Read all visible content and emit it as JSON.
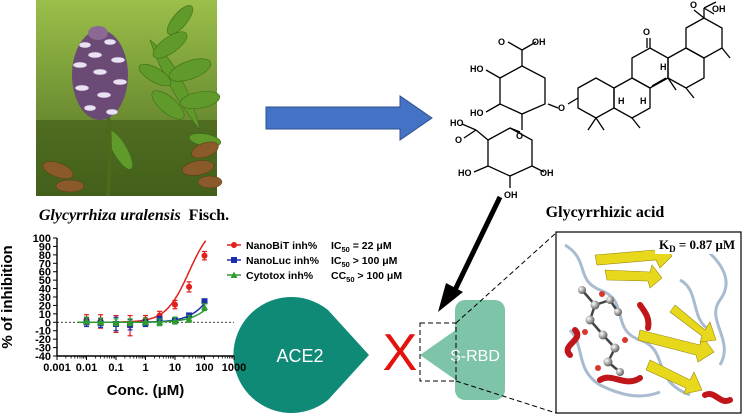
{
  "plant": {
    "caption_species": "Glycyrrhiza uralensis",
    "caption_author": "Fisch."
  },
  "molecule": {
    "name": "Glycyrrhizic acid",
    "labels": {
      "oh": "OH",
      "ho": "HO",
      "o": "O",
      "h": "H"
    }
  },
  "binding": {
    "receptor_label": "ACE2",
    "ligand_label": "S-RBD",
    "cross_symbol": "X",
    "kd_label": "K",
    "kd_subscript": "D",
    "kd_value": " = 0.87 μM",
    "residue_labels": [
      "",
      "",
      "",
      ""
    ]
  },
  "colors": {
    "arrow_blue": "#4472C4",
    "ace2_teal": "#0E8A77",
    "rbd_green": "#7EC4A9",
    "cross_red": "#E3120B",
    "nanobit_red": "#E0201B",
    "nanoluc_blue": "#1A2FA8",
    "cytotox_green": "#2E9B2E",
    "ribbon_yellow": "#E8D81C",
    "ribbon_red": "#C0161A",
    "ribbon_gray": "#A9BCCF"
  },
  "chart_data": {
    "type": "line",
    "xscale": "log",
    "xlabel": "Conc. (μM)",
    "ylabel": "% of inhibition",
    "xlim": [
      0.001,
      1000
    ],
    "ylim": [
      -40,
      100
    ],
    "x_ticks": [
      "0.001",
      "0.01",
      "0.1",
      "1",
      "10",
      "100",
      "1000"
    ],
    "y_ticks": [
      "-40",
      "-30",
      "-20",
      "-10",
      "0",
      "10",
      "20",
      "30",
      "40",
      "50",
      "60",
      "70",
      "80",
      "90",
      "100"
    ],
    "reference_line_y": 0,
    "legend_position": "right",
    "series": [
      {
        "name": "NanoBiT inh%",
        "ic_label": "IC",
        "ic_sub": "50",
        "ic_text": " = 22 μM",
        "color": "#E0201B",
        "marker": "circle",
        "x": [
          0.01,
          0.03,
          0.1,
          0.3,
          1,
          3,
          10,
          30,
          100
        ],
        "y": [
          3,
          1,
          -2,
          -4,
          3,
          8,
          21,
          42,
          79
        ],
        "err": [
          6,
          8,
          10,
          12,
          5,
          5,
          5,
          6,
          5
        ]
      },
      {
        "name": "NanoLuc inh%",
        "ic_label": "IC",
        "ic_sub": "50",
        "ic_text": " > 100 μM",
        "color": "#1A2FA8",
        "marker": "square",
        "x": [
          0.01,
          0.03,
          0.1,
          0.3,
          1,
          3,
          10,
          30,
          100
        ],
        "y": [
          0,
          -1,
          -2,
          -3,
          -1,
          3,
          2,
          8,
          25
        ],
        "err": [
          5,
          5,
          8,
          6,
          4,
          4,
          4,
          3,
          2
        ]
      },
      {
        "name": "Cytotox inh%",
        "ic_label": "CC",
        "ic_sub": "50",
        "ic_text": " > 100 μM",
        "color": "#2E9B2E",
        "marker": "triangle",
        "x": [
          0.01,
          0.03,
          0.1,
          0.3,
          1,
          3,
          10,
          30,
          100
        ],
        "y": [
          2,
          1,
          0,
          0,
          1,
          0,
          2,
          4,
          18
        ],
        "err": [
          4,
          4,
          4,
          4,
          4,
          4,
          4,
          4,
          4
        ]
      }
    ]
  }
}
